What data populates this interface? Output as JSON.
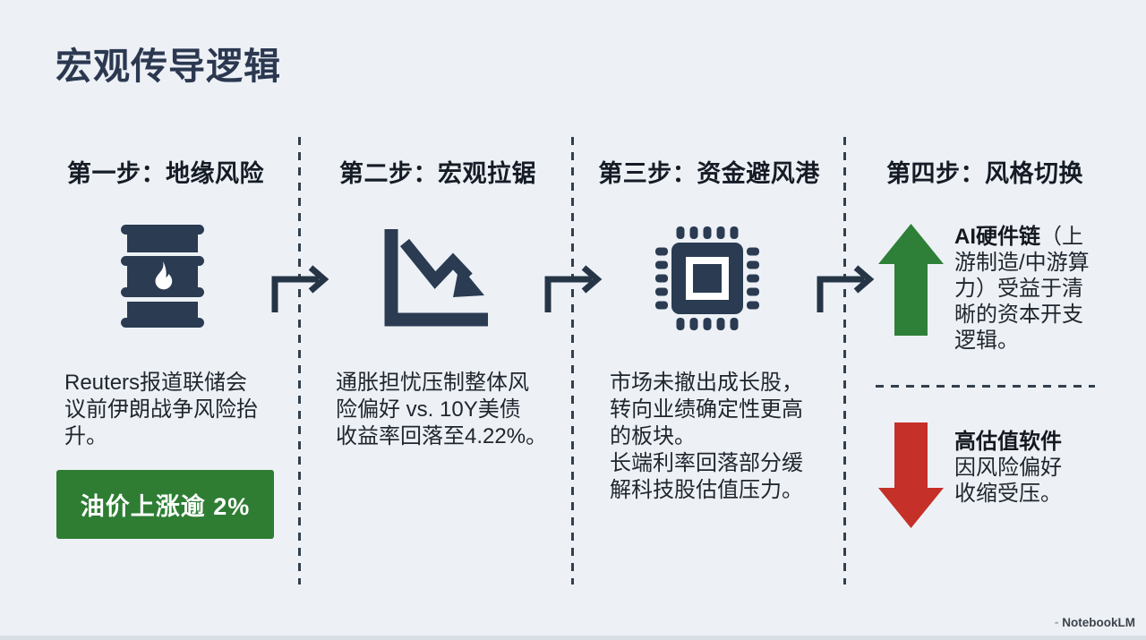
{
  "title": "宏观传导逻辑",
  "steps": [
    {
      "header": "第一步：地缘风险",
      "icon": "oil-barrel-icon",
      "body": "Reuters报道联储会\n议前伊朗战争风险抬\n升。",
      "badge": "油价上涨逾 2%"
    },
    {
      "header": "第二步：宏观拉锯",
      "icon": "chart-declining-icon",
      "body": "通胀担忧压制整体风\n险偏好 vs. 10Y美债\n收益率回落至4.22%。"
    },
    {
      "header": "第三步：资金避风港",
      "icon": "cpu-chip-icon",
      "body": "市场未撤出成长股，\n转向业绩确定性更高\n的板块。\n长端利率回落部分缓\n解科技股估值压力。"
    },
    {
      "header": "第四步：风格切换",
      "icon": "up-down-style-arrows",
      "up_bold": "AI硬件链",
      "up_text": "（上游制造/中游算力）受益于清晰的资本开支逻辑。",
      "down_bold": "高估值软件",
      "down_text": "因风险偏好\n收缩受压。"
    }
  ],
  "watermark": "NotebookLM",
  "colors": {
    "background": "#edf1f6",
    "navy_icon": "#2a3b52",
    "arrow_connector": "#263546",
    "badge_green": "#2e7d33",
    "arrow_up_green": "#2e8038",
    "arrow_down_red": "#c53028",
    "text_dark": "#20262e",
    "divider_dark": "#333f4d"
  }
}
